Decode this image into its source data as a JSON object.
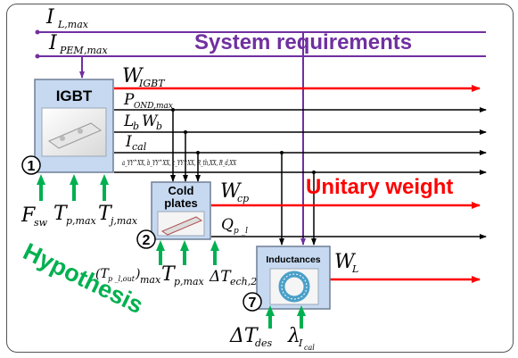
{
  "labels": {
    "system_requirements": "System requirements",
    "unitary_weight": "Unitary weight",
    "hypothesis": "Hypothesis"
  },
  "blocks": {
    "igbt": {
      "title": "IGBT",
      "number": "1"
    },
    "cold_plates": {
      "title_line1": "Cold",
      "title_line2": "plates",
      "number": "2"
    },
    "inductances": {
      "title": "Inductances",
      "number": "7"
    }
  },
  "inputs": {
    "i_l_max": {
      "base": "I",
      "sub": "L,max"
    },
    "i_pem_max": {
      "base": "I",
      "sub": "PEM",
      "sub2": ",max"
    }
  },
  "igbt_outputs": {
    "w_igbt": {
      "base": "W",
      "sub": "IGBT"
    },
    "p_ond_max": {
      "base": "P",
      "sub": "OND,max"
    },
    "lb_wb": {
      "base1": "L",
      "sub1": "b",
      "base2": "W",
      "sub2": "b"
    },
    "i_cal": {
      "base": "I",
      "sub": "cal"
    },
    "coefficients": "a_YY^XX, b_YY^XX, c_YY^XX, R_th,XX, R_d,XX"
  },
  "igbt_inputs": {
    "f_sw": {
      "base": "F",
      "sub": "sw"
    },
    "t_p_max": {
      "base": "T",
      "sub": "p,max"
    },
    "t_j_max": {
      "base": "T",
      "sub": "j,max"
    }
  },
  "cold_plate_outputs": {
    "w_cp": {
      "base": "W",
      "sub": "cp"
    },
    "q_p_l": {
      "base": "Q",
      "sub": "p _l"
    }
  },
  "cold_plate_inputs": {
    "t_p_l_out": {
      "text": "(T",
      "sub": "p _l,out",
      "close": ")",
      "sub2": "max"
    },
    "t_p_max": {
      "base": "T",
      "sub": "p,max"
    },
    "delta_t_ech": {
      "base": "ΔT",
      "sub": "ech,2"
    }
  },
  "inductance_outputs": {
    "w_l": {
      "base": "W",
      "sub": "L"
    }
  },
  "inductance_inputs": {
    "delta_t_des": {
      "base": "ΔT",
      "sub": "des"
    },
    "lambda_i_cal": {
      "base": "λ",
      "sub": "I",
      "sub2": "cal"
    }
  },
  "colors": {
    "purple": "#7030a0",
    "red": "#ff0000",
    "green": "#00b050",
    "block_fill": "#c6d9f1",
    "black": "#000000"
  }
}
